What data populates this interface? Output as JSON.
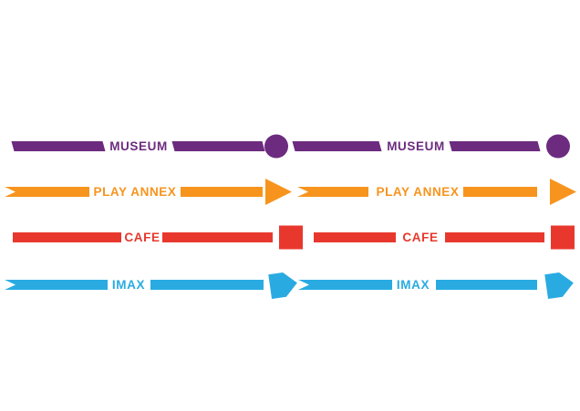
{
  "figure": {
    "background": "#ffffff",
    "rows": [
      {
        "id": "museum",
        "label": "MUSEUM",
        "color": "#6C2B7F",
        "marker": "circle"
      },
      {
        "id": "play-annex",
        "label": "PLAY ANNEX",
        "color": "#F7941E",
        "marker": "triangle"
      },
      {
        "id": "cafe",
        "label": "CAFE",
        "color": "#E8382D",
        "marker": "square"
      },
      {
        "id": "imax",
        "label": "IMAX",
        "color": "#29ABE2",
        "marker": "pentagon"
      }
    ]
  }
}
